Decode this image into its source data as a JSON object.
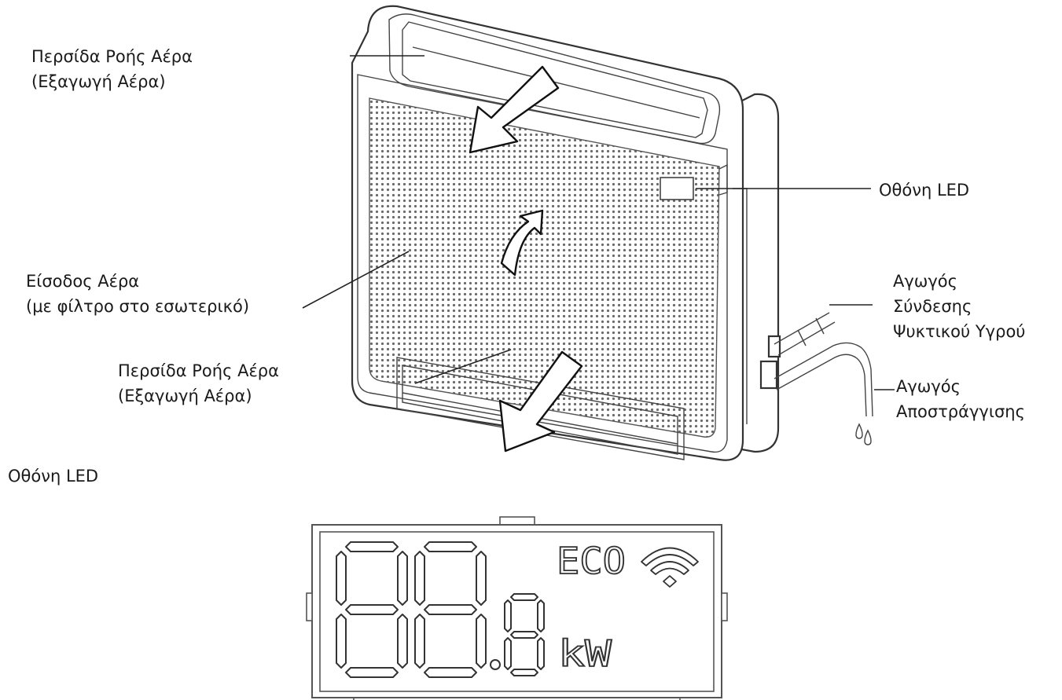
{
  "labels": {
    "top_louver": [
      "Περσίδα Ροής Αέρα",
      "(Εξαγωγή Αέρα)"
    ],
    "led_display": "Οθόνη LED",
    "air_inlet": [
      "Είσοδος Αέρα",
      "(με φίλτρο στο εσωτερικό)"
    ],
    "bottom_louver": [
      "Περσίδα Ροής Αέρα",
      "(Εξαγωγή Αέρα)"
    ],
    "refrigerant_pipe": [
      "Αγωγός",
      "Σύνδεσης",
      "Ψυκτικού Υγρού"
    ],
    "drain_pipe": [
      "Αγωγός",
      "Αποστράγγισης"
    ],
    "led_section_title": "Οθόνη LED"
  },
  "display": {
    "eco": "ECO",
    "unit": "kW"
  }
}
